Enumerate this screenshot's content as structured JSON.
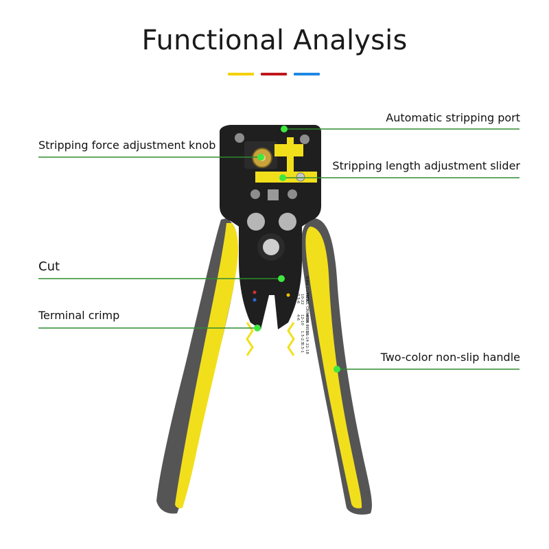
{
  "title": "Functional Analysis",
  "accent_colors": [
    "#f5d100",
    "#c0171c",
    "#1e88e5"
  ],
  "leader_color": "#2e8b2e",
  "dot_color": "#3ee83e",
  "labels": {
    "auto_strip_port": "Automatic stripping port",
    "force_knob": "Stripping force adjustment knob",
    "length_slider": "Stripping length adjustment slider",
    "cut": "Cut",
    "terminal_crimp": "Terminal crimp",
    "handle": "Two-color non-slip handle"
  },
  "handle_print": {
    "wire_cutter": "WIRE CUTTER",
    "insul_crimper": "INSUL CRIMPER",
    "g1": "10-22",
    "g1b": "0.5-6",
    "non_insul": "NON INSUL",
    "g2": "12-10",
    "g2b": "4-6",
    "g3": "16-14",
    "g3b": "1.5-2.5",
    "g4": "22-18",
    "g4b": "0.5-1"
  }
}
